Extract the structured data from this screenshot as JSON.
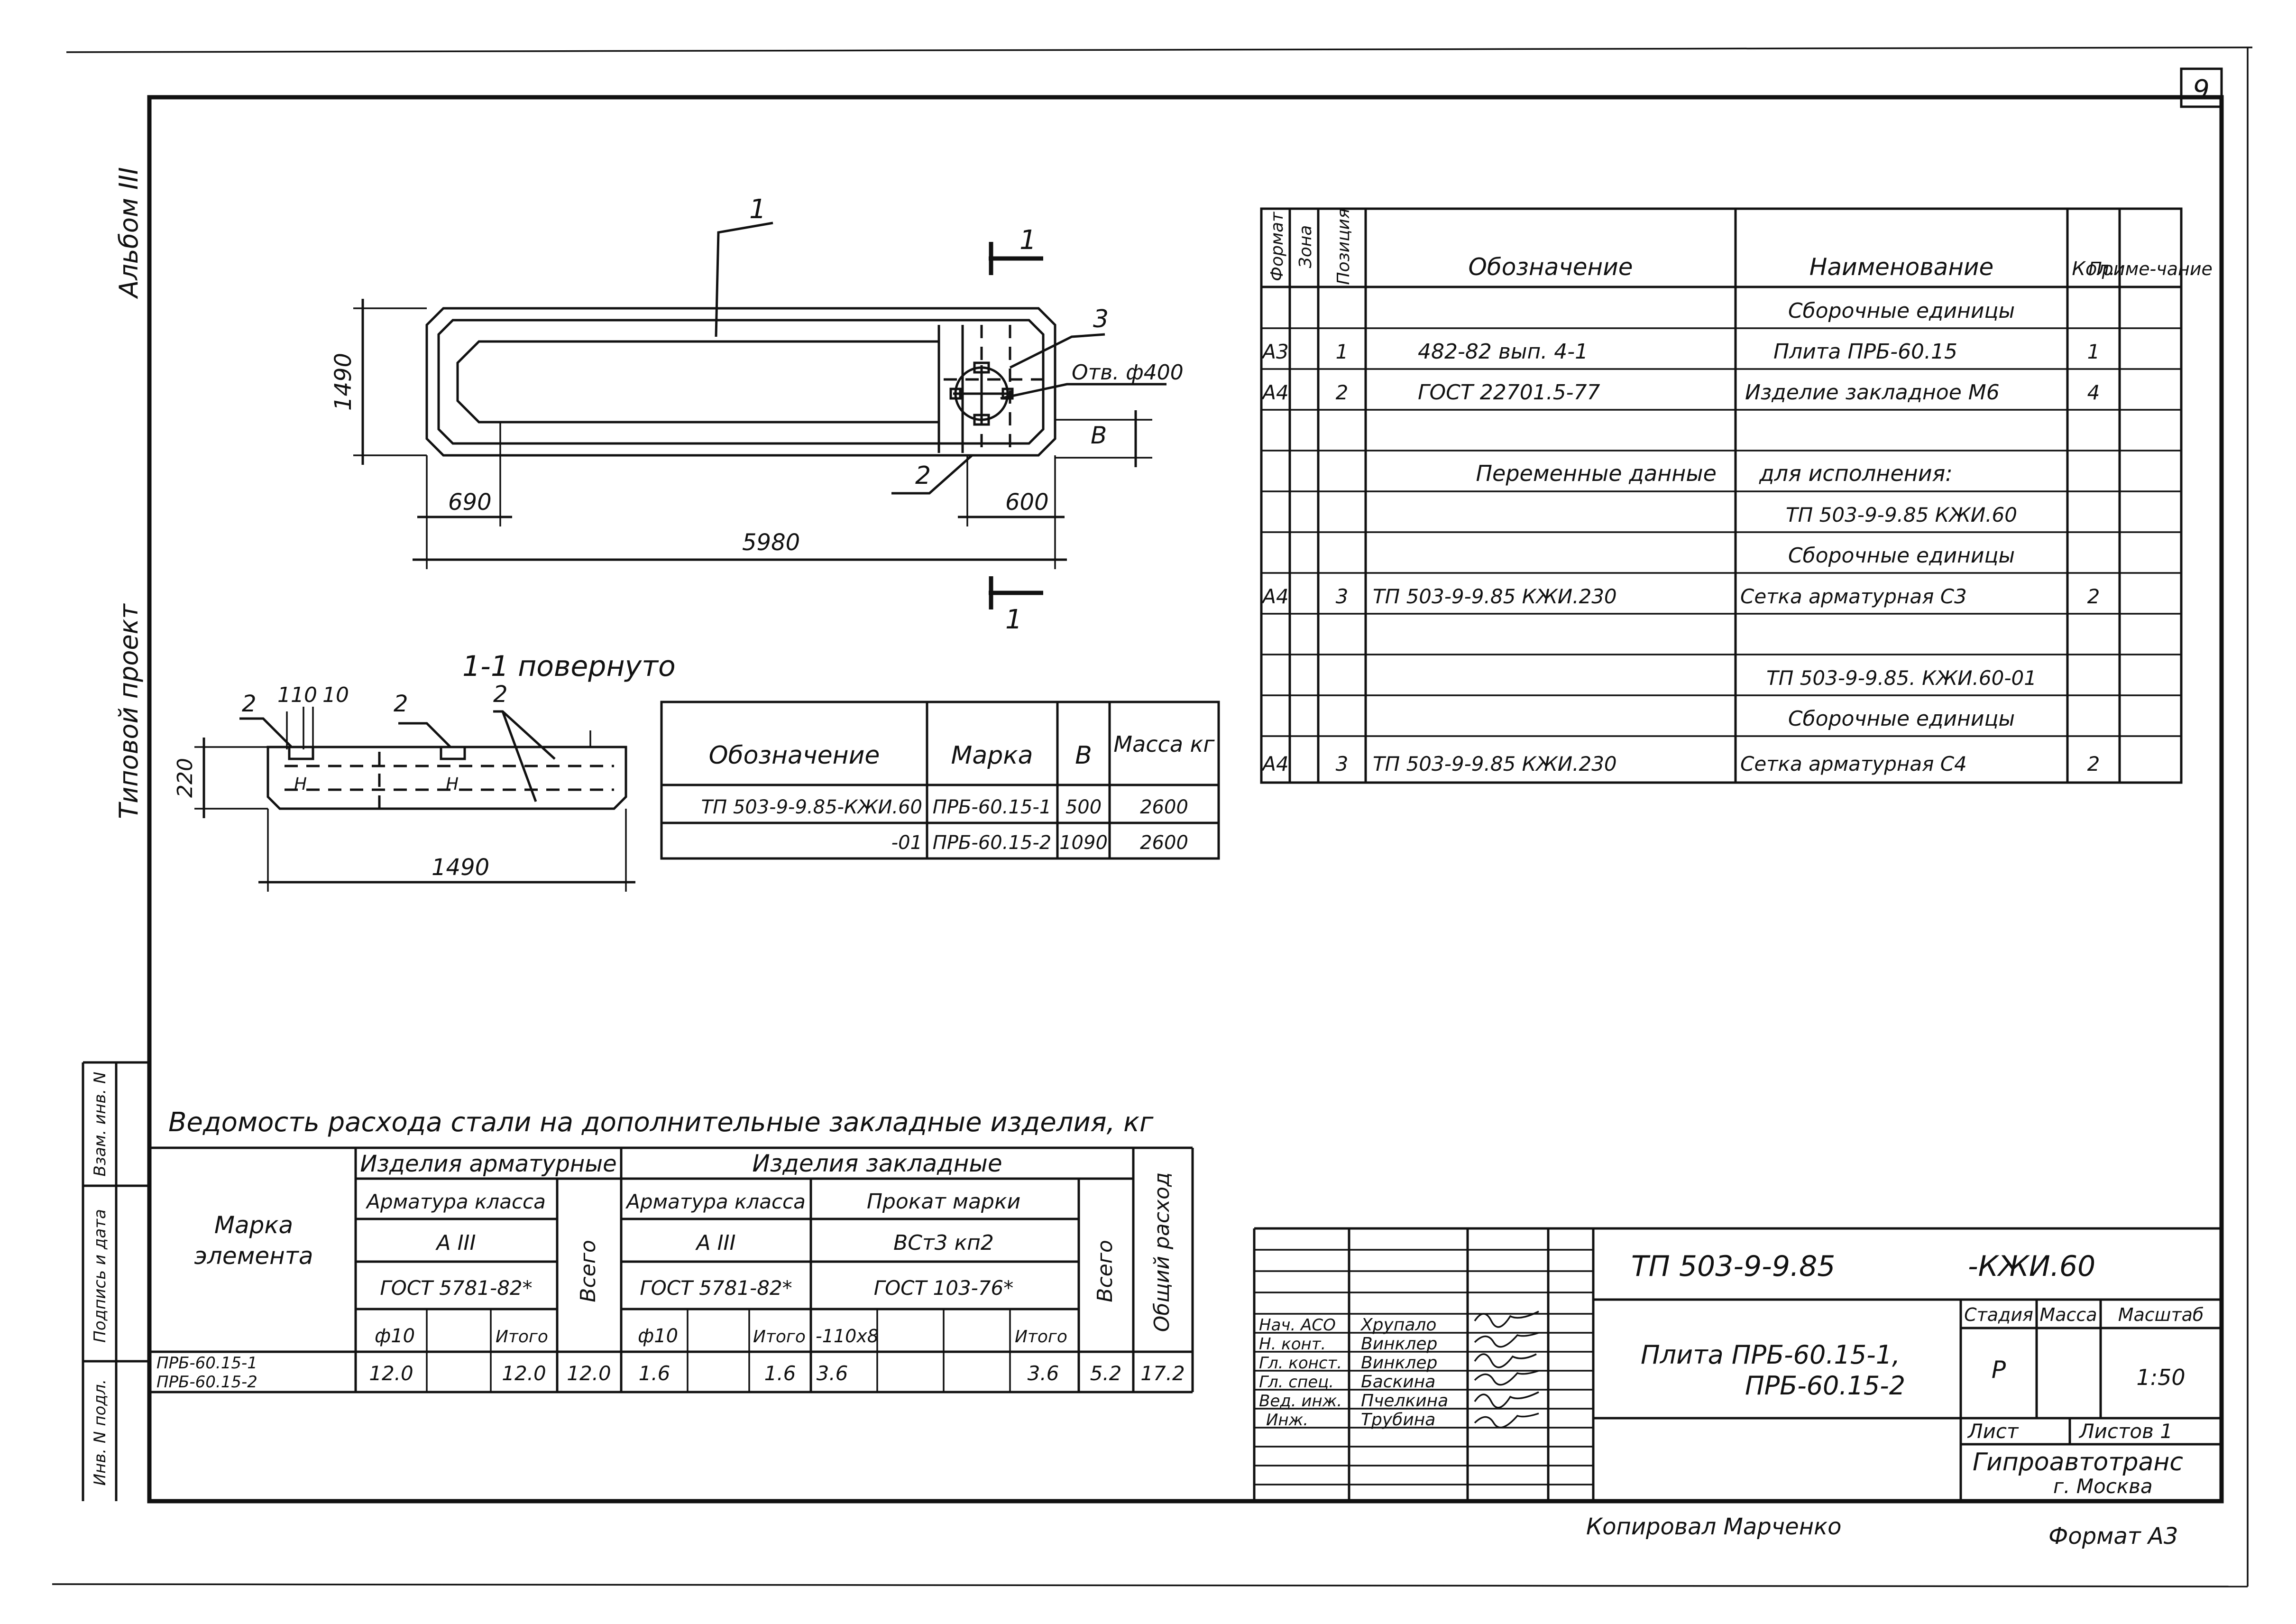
{
  "sheet_number": "9",
  "side_labels": {
    "album": "Альбом III",
    "project": "Типовой проект",
    "strip": [
      "Инв. N подл.",
      "Подпись и дата",
      "Взам. инв. N"
    ]
  },
  "plan": {
    "pos1": "1",
    "section_mark": "1",
    "pos3": "3",
    "pos2": "2",
    "hole": "Отв. ф400",
    "dim_b": "В",
    "dim_height": "1490",
    "dim_690": "690",
    "dim_600": "600",
    "dim_5980": "5980"
  },
  "section": {
    "title": "1-1 повернуто",
    "left_labels": [
      "2",
      "110",
      "10"
    ],
    "mid_labels": [
      "2",
      "2"
    ],
    "dim_220": "220",
    "dim_1490": "1490"
  },
  "marks_table": {
    "headers": [
      "Обозначение",
      "Марка",
      "В",
      "Масса кг"
    ],
    "rows": [
      [
        "ТП 503-9-9.85-КЖИ.60",
        "ПРБ-60.15-1",
        "500",
        "2600"
      ],
      [
        "-01",
        "ПРБ-60.15-2",
        "1090",
        "2600"
      ]
    ]
  },
  "spec_table": {
    "headers": [
      "Формат",
      "Зона",
      "Позиция",
      "Обозначение",
      "Наименование",
      "Кол.",
      "Приме-чание"
    ],
    "rows": [
      [
        "",
        "",
        "",
        "",
        "Сборочные единицы",
        "",
        ""
      ],
      [
        "А3",
        "",
        "1",
        "482-82 вып. 4-1",
        "Плита ПРБ-60.15",
        "1",
        ""
      ],
      [
        "А4",
        "",
        "2",
        "ГОСТ 22701.5-77",
        "Изделие закладное М6",
        "4",
        ""
      ],
      [
        "",
        "",
        "",
        "",
        "",
        "",
        ""
      ],
      [
        "",
        "",
        "",
        "Переменные данные",
        "для исполнения:",
        "",
        ""
      ],
      [
        "",
        "",
        "",
        "",
        "ТП 503-9-9.85 КЖИ.60",
        "",
        ""
      ],
      [
        "",
        "",
        "",
        "",
        "Сборочные единицы",
        "",
        ""
      ],
      [
        "А4",
        "",
        "3",
        "ТП 503-9-9.85 КЖИ.230",
        "Сетка арматурная С3",
        "2",
        ""
      ],
      [
        "",
        "",
        "",
        "",
        "",
        "",
        ""
      ],
      [
        "",
        "",
        "",
        "",
        "ТП 503-9-9.85. КЖИ.60-01",
        "",
        ""
      ],
      [
        "",
        "",
        "",
        "",
        "Сборочные единицы",
        "",
        ""
      ],
      [
        "А4",
        "",
        "3",
        "ТП 503-9-9.85 КЖИ.230",
        "Сетка арматурная С4",
        "2",
        ""
      ]
    ]
  },
  "steel_table": {
    "title": "Ведомость расхода стали на дополнительные закладные изделия, кг",
    "col_mark": "Марка элемента",
    "grp_rebar": "Изделия арматурные",
    "grp_embedded": "Изделия закладные",
    "rebar_class": "Арматура класса",
    "a3": "А III",
    "gost_rebar": "ГОСТ 5781-82*",
    "d10": "ф10",
    "itogo": "Итого",
    "vsego": "Всего",
    "rolled_steel": "Прокат марки",
    "steel_grade": "ВСт3 кп2",
    "gost_rolled": "ГОСТ 103-76*",
    "strip_size": "-110х8",
    "total_consumption": "Общий расход",
    "row_mark": [
      "ПРБ-60.15-1",
      "ПРБ-60.15-2"
    ],
    "values": [
      "12.0",
      "",
      "12.0",
      "12.0",
      "1.6",
      "",
      "1.6",
      "3.6",
      "",
      "",
      "3.6",
      "5.2",
      "17.2"
    ]
  },
  "title_block": {
    "doc_code": "ТП 503-9-9.85",
    "doc_suffix": "-КЖИ.60",
    "item_title": [
      "Плита ПРБ-60.15-1,",
      "ПРБ-60.15-2"
    ],
    "stage_label": "Стадия",
    "mass_label": "Масса",
    "scale_label": "Масштаб",
    "stage": "Р",
    "scale": "1:50",
    "sheet_label": "Лист",
    "sheets_label": "Листов 1",
    "org": "Гипроавтотранс",
    "city": "г. Москва",
    "signers": [
      [
        "Нач. АСО",
        "Хрупало"
      ],
      [
        "Н. конт.",
        "Винклер"
      ],
      [
        "Гл. конст.",
        "Винклер"
      ],
      [
        "Гл. спец.",
        "Баскина"
      ],
      [
        "Вед. инж.",
        "Пчелкина"
      ],
      [
        "Инж.",
        "Трубина"
      ]
    ]
  },
  "footer": {
    "copied": "Копировал Марченко",
    "format": "Формат А3"
  }
}
